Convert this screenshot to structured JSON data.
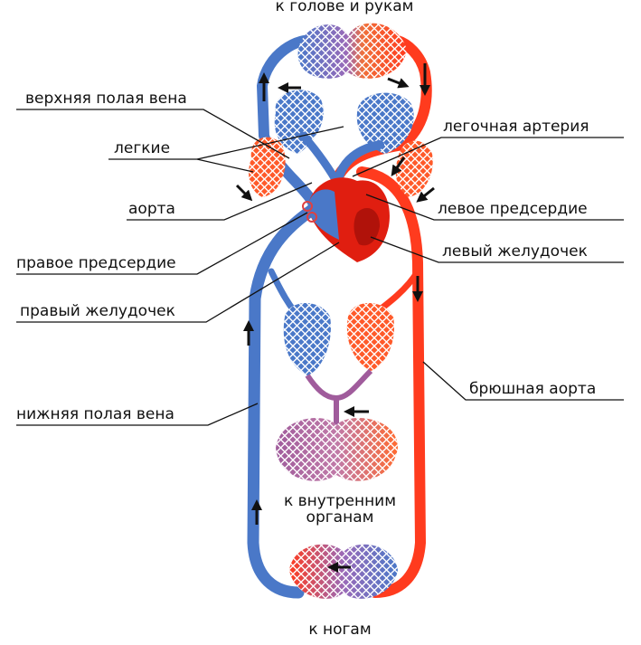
{
  "captions": {
    "head_arms": "к голове и рукам",
    "internal_organs_line1": "к внутренним",
    "internal_organs_line2": "органам",
    "legs": "к ногам"
  },
  "labels": {
    "superior_vena_cava": "верхняя полая вена",
    "lungs": "легкие",
    "aorta": "аорта",
    "right_atrium": "правое предсердие",
    "right_ventricle": "правый желудочек",
    "inferior_vena_cava": "нижняя полая вена",
    "pulmonary_artery": "легочная артерия",
    "left_atrium": "левое предсердие",
    "left_ventricle": "левый желудочек",
    "abdominal_aorta": "брюшная аорта"
  },
  "colors": {
    "venous": "#4a78c8",
    "arterial": "#ff3b1e",
    "mixed": "#a05c9c",
    "heart": "#e01e10",
    "text": "#111111"
  }
}
